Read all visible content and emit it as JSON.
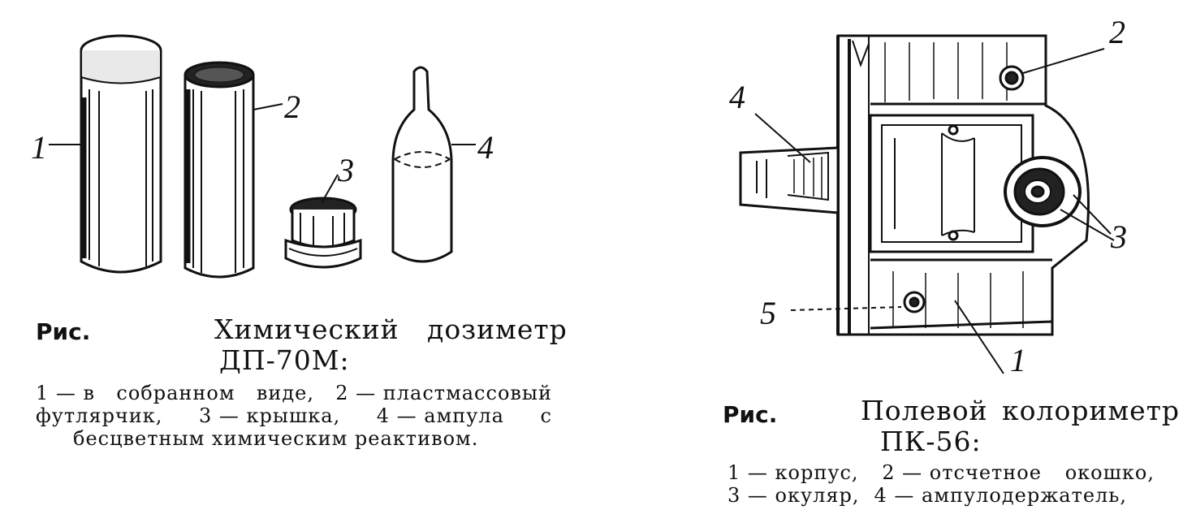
{
  "left_figure": {
    "callouts": [
      "1",
      "2",
      "3",
      "4"
    ],
    "caption": {
      "prefix": "Рис.",
      "title_line1": "Химический",
      "title_line1_right": "дозиметр",
      "title_line2": "ДП-70М:",
      "body": [
        [
          "1 — в",
          "собранном",
          "виде,",
          "2 — пластмассовый"
        ],
        [
          "футлярчик,",
          "3 — крышка,",
          "4 — ампула",
          "с"
        ],
        [
          "бесцветным химическим реактивом."
        ]
      ]
    }
  },
  "right_figure": {
    "callouts": [
      "1",
      "2",
      "3",
      "4",
      "5"
    ],
    "caption": {
      "prefix": "Рис.",
      "title_line1": "Полевой",
      "title_line1_right": "колориметр",
      "title_line2": "ПК-56:",
      "body": [
        [
          "1 — корпус,",
          "2 — отсчетное",
          "окошко,"
        ],
        [
          "3 — окуляр,",
          "4 — ампулодержатель,"
        ]
      ]
    }
  }
}
